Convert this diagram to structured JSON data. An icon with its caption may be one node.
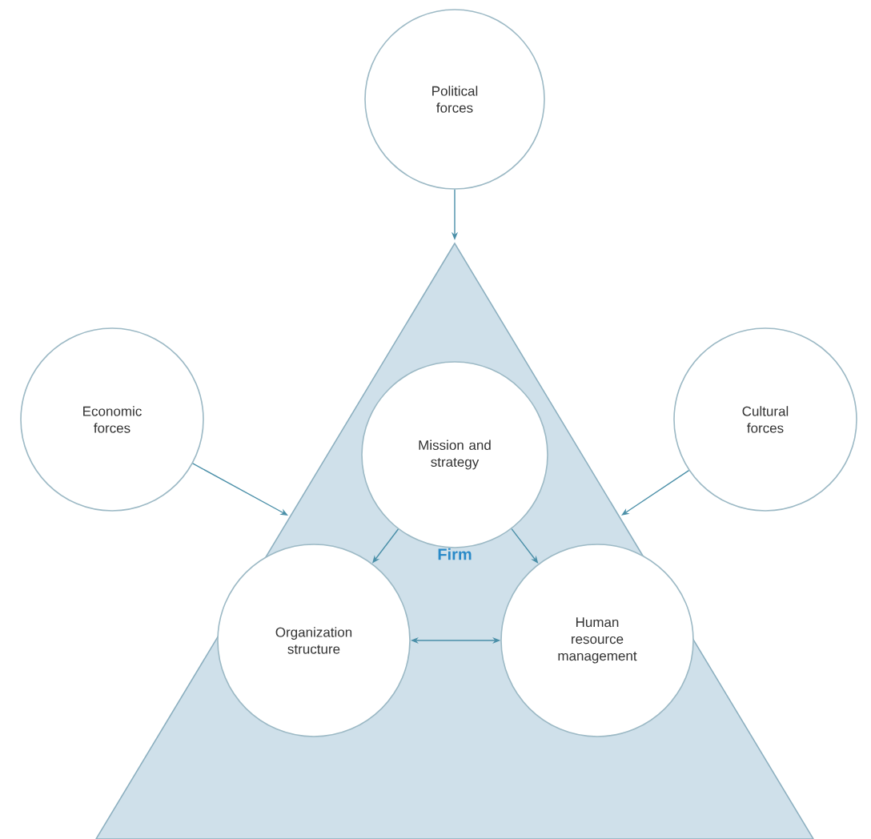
{
  "diagram": {
    "nodes": [
      {
        "text": [
          "Political forces"
        ]
      },
      {
        "text": [
          "Economic forces"
        ]
      },
      {
        "text": [
          "Cultural forces"
        ]
      },
      {
        "text": [
          "Firm"
        ]
      },
      {
        "text": [
          "Mission and strategy"
        ],
        "in": 3
      },
      {
        "text": [
          "Organization structure"
        ],
        "in": 3
      },
      {
        "text": [
          "Human resource management"
        ],
        "in": 3
      }
    ],
    "edges": [
      {
        "from": 0,
        "to": 3,
        "arrow": "to"
      },
      {
        "from": 1,
        "to": 3,
        "arrow": "to"
      },
      {
        "from": 2,
        "to": 3,
        "arrow": "to"
      },
      {
        "from": 4,
        "to": 5,
        "arrow": "to"
      },
      {
        "from": 4,
        "to": 6,
        "arrow": "to"
      },
      {
        "from": 5,
        "to": 6,
        "arrow": "both"
      }
    ]
  }
}
